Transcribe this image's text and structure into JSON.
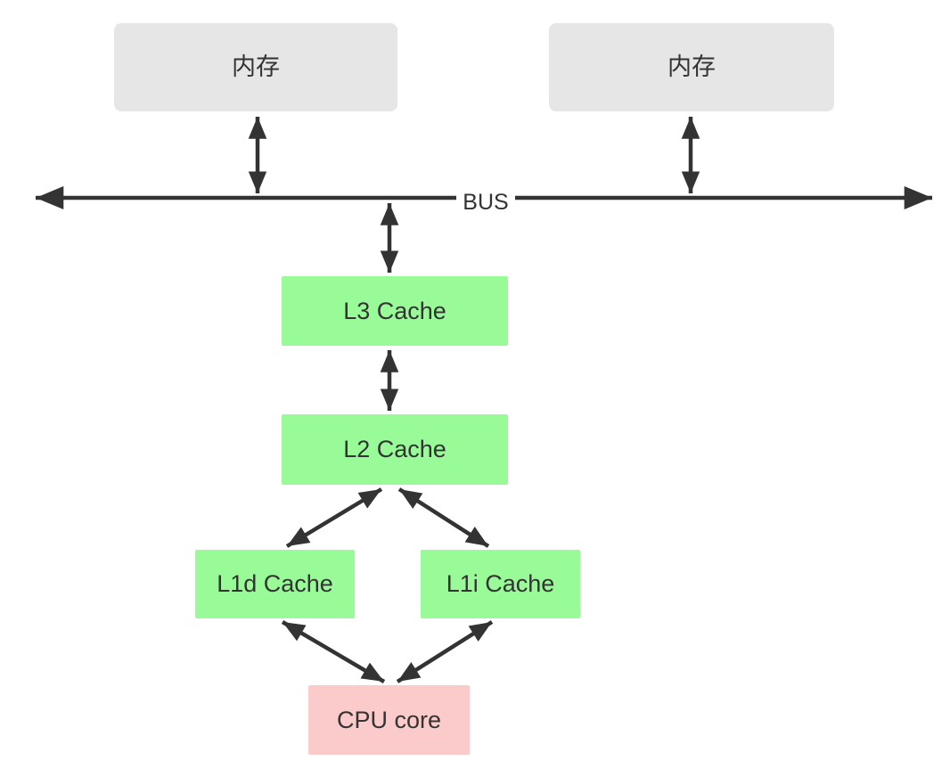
{
  "diagram": {
    "bus_label": "BUS",
    "nodes": [
      {
        "id": "memory-left",
        "label": "内存",
        "type": "memory"
      },
      {
        "id": "memory-right",
        "label": "内存",
        "type": "memory"
      },
      {
        "id": "l3-cache",
        "label": "L3 Cache",
        "type": "cache"
      },
      {
        "id": "l2-cache",
        "label": "L2 Cache",
        "type": "cache"
      },
      {
        "id": "l1d-cache",
        "label": "L1d Cache",
        "type": "cache"
      },
      {
        "id": "l1i-cache",
        "label": "L1i Cache",
        "type": "cache"
      },
      {
        "id": "cpu-core",
        "label": "CPU core",
        "type": "cpu"
      }
    ],
    "edges": [
      {
        "from": "memory-left",
        "to": "bus",
        "bidirectional": true
      },
      {
        "from": "memory-right",
        "to": "bus",
        "bidirectional": true
      },
      {
        "from": "bus",
        "to": "l3-cache",
        "bidirectional": true
      },
      {
        "from": "l3-cache",
        "to": "l2-cache",
        "bidirectional": true
      },
      {
        "from": "l2-cache",
        "to": "l1d-cache",
        "bidirectional": true
      },
      {
        "from": "l2-cache",
        "to": "l1i-cache",
        "bidirectional": true
      },
      {
        "from": "l1d-cache",
        "to": "cpu-core",
        "bidirectional": true
      },
      {
        "from": "l1i-cache",
        "to": "cpu-core",
        "bidirectional": true
      }
    ],
    "colors": {
      "canvas_bg": "#ffffff",
      "memory_fill": "#e6e6e6",
      "cache_fill": "#98fb98",
      "cpu_fill": "#fbcaca",
      "line_color": "#333333",
      "text_color": "#333333"
    }
  }
}
